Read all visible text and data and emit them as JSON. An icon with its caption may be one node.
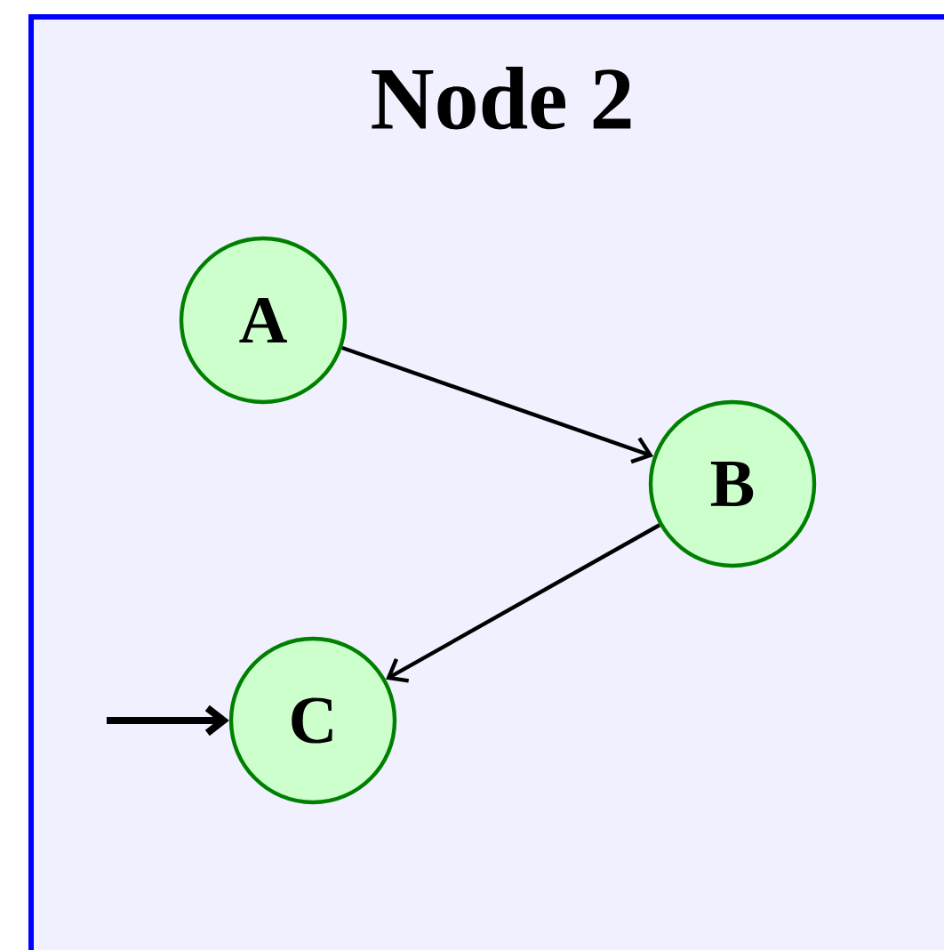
{
  "diagram": {
    "nodes": [
      {
        "text": [
          "Node 2"
        ]
      },
      {
        "text": [
          "A"
        ],
        "in": 0
      },
      {
        "text": [
          "B"
        ],
        "in": 0
      },
      {
        "text": [
          "C"
        ],
        "in": 0
      }
    ],
    "edges": [
      {
        "from": 1,
        "to": 2,
        "arrow": "to"
      },
      {
        "from": 2,
        "to": 3,
        "arrow": "to"
      },
      {
        "from": null,
        "to": 3,
        "arrow": "to",
        "style": "thick"
      }
    ]
  }
}
